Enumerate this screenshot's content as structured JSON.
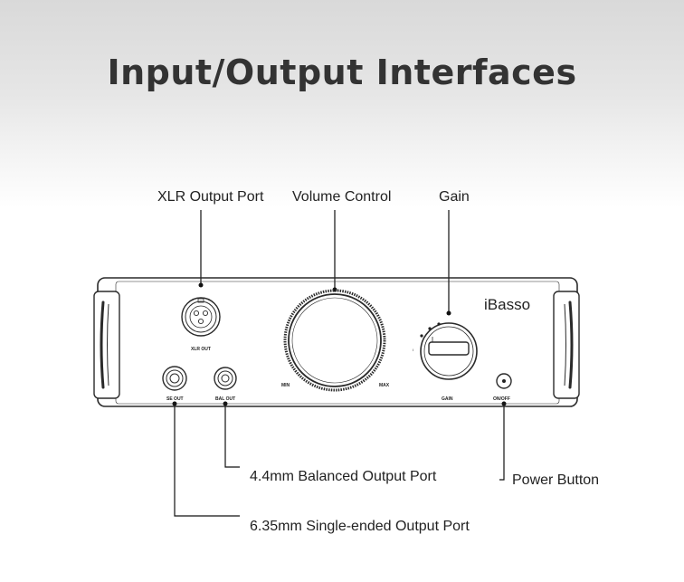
{
  "title": "Input/Output Interfaces",
  "brand": "iBasso",
  "panel_labels": {
    "xlr_out": "XLR OUT",
    "se_out": "SE OUT",
    "bal_out": "BAL OUT",
    "min": "MIN",
    "max": "MAX",
    "gain": "GAIN",
    "on_off": "ON/OFF"
  },
  "callouts": {
    "xlr_output_port": "XLR Output Port",
    "volume_control": "Volume Control",
    "gain": "Gain",
    "balanced_output_port": "4.4mm Balanced Output Port",
    "power_button": "Power Button",
    "single_ended_output_port": "6.35mm Single-ended Output Port"
  },
  "colors": {
    "text": "#222222",
    "title": "#333333",
    "line": "#111111",
    "panel_stroke": "#2a2a2a"
  }
}
